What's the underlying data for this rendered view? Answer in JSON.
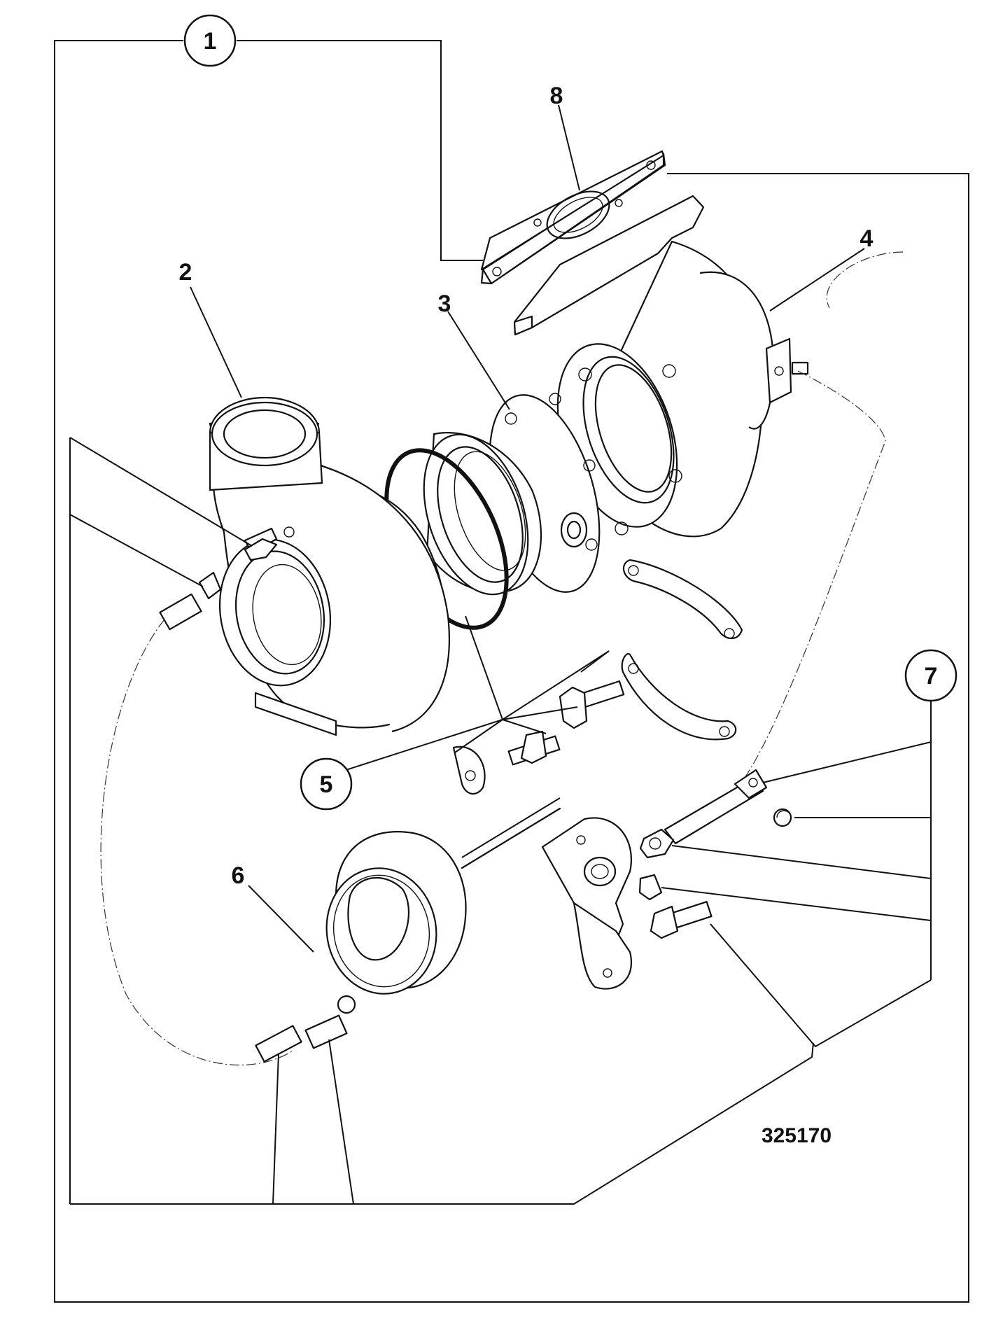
{
  "drawing": {
    "reference_number": "325170"
  },
  "callouts": [
    {
      "id": "1",
      "text": "1"
    },
    {
      "id": "2",
      "text": "2"
    },
    {
      "id": "3",
      "text": "3"
    },
    {
      "id": "4",
      "text": "4"
    },
    {
      "id": "5",
      "text": "5"
    },
    {
      "id": "6",
      "text": "6"
    },
    {
      "id": "7",
      "text": "7"
    },
    {
      "id": "8",
      "text": "8"
    }
  ],
  "icons": {
    "turbine-housing": "turbine-housing-icon",
    "compressor-housing": "compressor-housing-icon",
    "center-housing": "center-housing-icon",
    "gasket": "gasket-icon",
    "actuator": "wastegate-actuator-icon"
  }
}
